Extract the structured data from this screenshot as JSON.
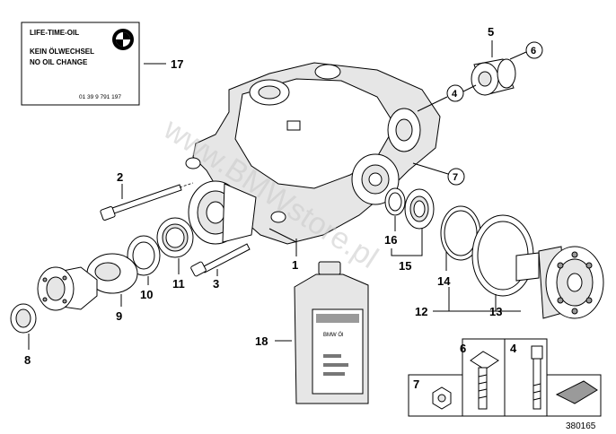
{
  "sticker": {
    "line1": "LIFE-TIME-OIL",
    "line2": "KEIN ÖLWECHSEL",
    "line3": "NO OIL CHANGE",
    "part_number": "01 39 9 791 197"
  },
  "labels": {
    "p1": "1",
    "p2": "2",
    "p3": "3",
    "p4": "4",
    "p5": "5",
    "p6c": "6",
    "p4c": "4",
    "p7c": "7",
    "p8": "8",
    "p9": "9",
    "p10": "10",
    "p11": "11",
    "p12": "12",
    "p13": "13",
    "p14": "14",
    "p15": "15",
    "p16": "16",
    "p17": "17",
    "p18": "18",
    "inset6": "6",
    "inset4": "4",
    "inset7": "7"
  },
  "oil_label": "BMW Öl",
  "diagram_id": "380165",
  "watermark": "www.BMWstore.pl",
  "colors": {
    "line": "#000000",
    "watermark": "#c9c9c9"
  }
}
